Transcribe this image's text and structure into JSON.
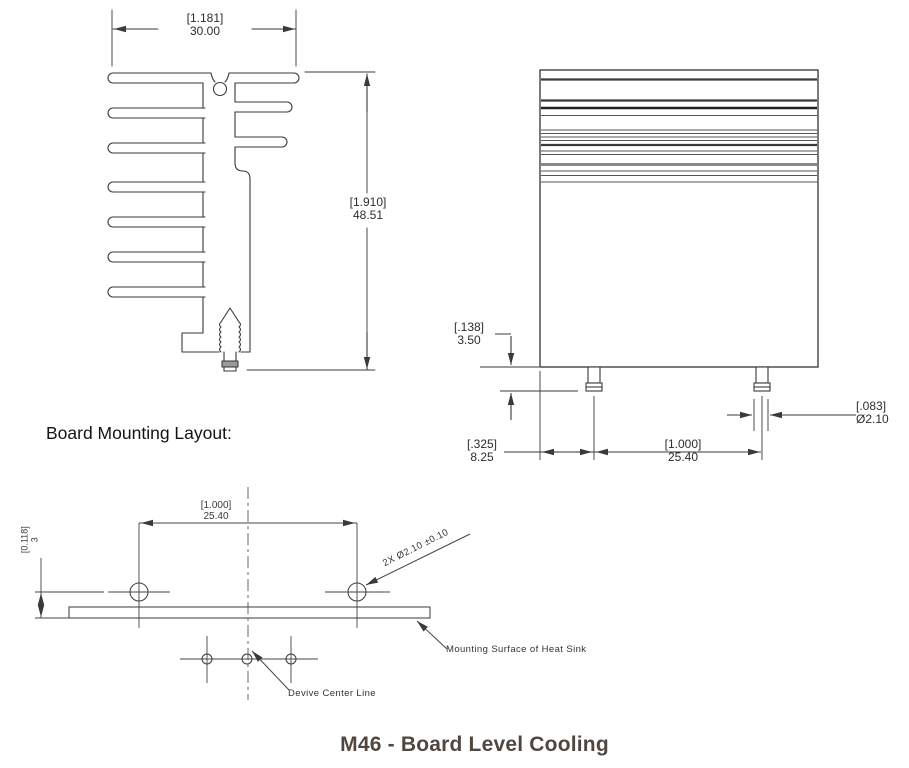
{
  "page": {
    "background": "#ffffff",
    "line_color": "#3a3a3a",
    "title": "M46 - Board Level Cooling",
    "title_color": "#514741"
  },
  "side_view": {
    "width_dim": {
      "inches": "[1.181]",
      "mm": "30.00"
    },
    "height_dim": {
      "inches": "[1.910]",
      "mm": "48.51"
    }
  },
  "front_view": {
    "pin_protrusion_dim": {
      "inches": "[.138]",
      "mm": "3.50"
    },
    "pin_offset_dim": {
      "inches": "[.325]",
      "mm": "8.25"
    },
    "pin_spacing_dim": {
      "inches": "[1.000]",
      "mm": "25.40"
    },
    "pin_diameter_dim": {
      "inches": "[.083]",
      "mm": "Ø2.10"
    }
  },
  "board_layout": {
    "heading": "Board Mounting Layout:",
    "hole_spacing_dim": {
      "inches": "[1.000]",
      "mm": "25.40"
    },
    "thickness_dim": {
      "inches": "[0.118]",
      "mm": "3"
    },
    "hole_callout": "2X Ø2.10 ±0.10",
    "mounting_surface_label": "Mounting Surface of Heat Sink",
    "center_line_label": "Devive Center Line"
  }
}
